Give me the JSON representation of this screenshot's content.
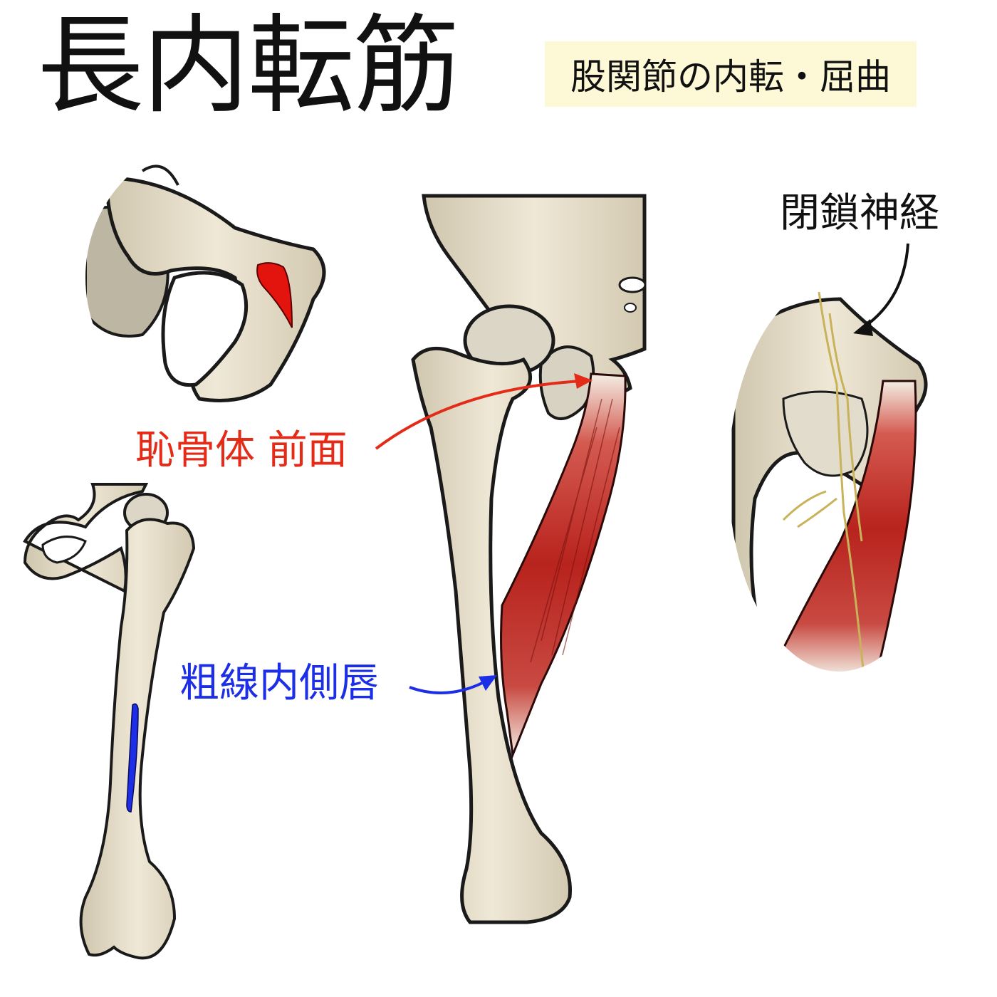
{
  "title": "長内転筋",
  "action": "股関節の内転・屈曲",
  "labels": {
    "origin": "恥骨体 前面",
    "insertion": "粗線内側唇",
    "nerve": "閉鎖神経"
  },
  "colors": {
    "origin": "#e32b18",
    "insertion": "#1d2fe6",
    "nerve_label": "#111111",
    "action_box": "#fdf8d6",
    "bone": "#e6ddc8",
    "bone_outline": "#1a1a1a",
    "muscle": "#c0302a"
  }
}
